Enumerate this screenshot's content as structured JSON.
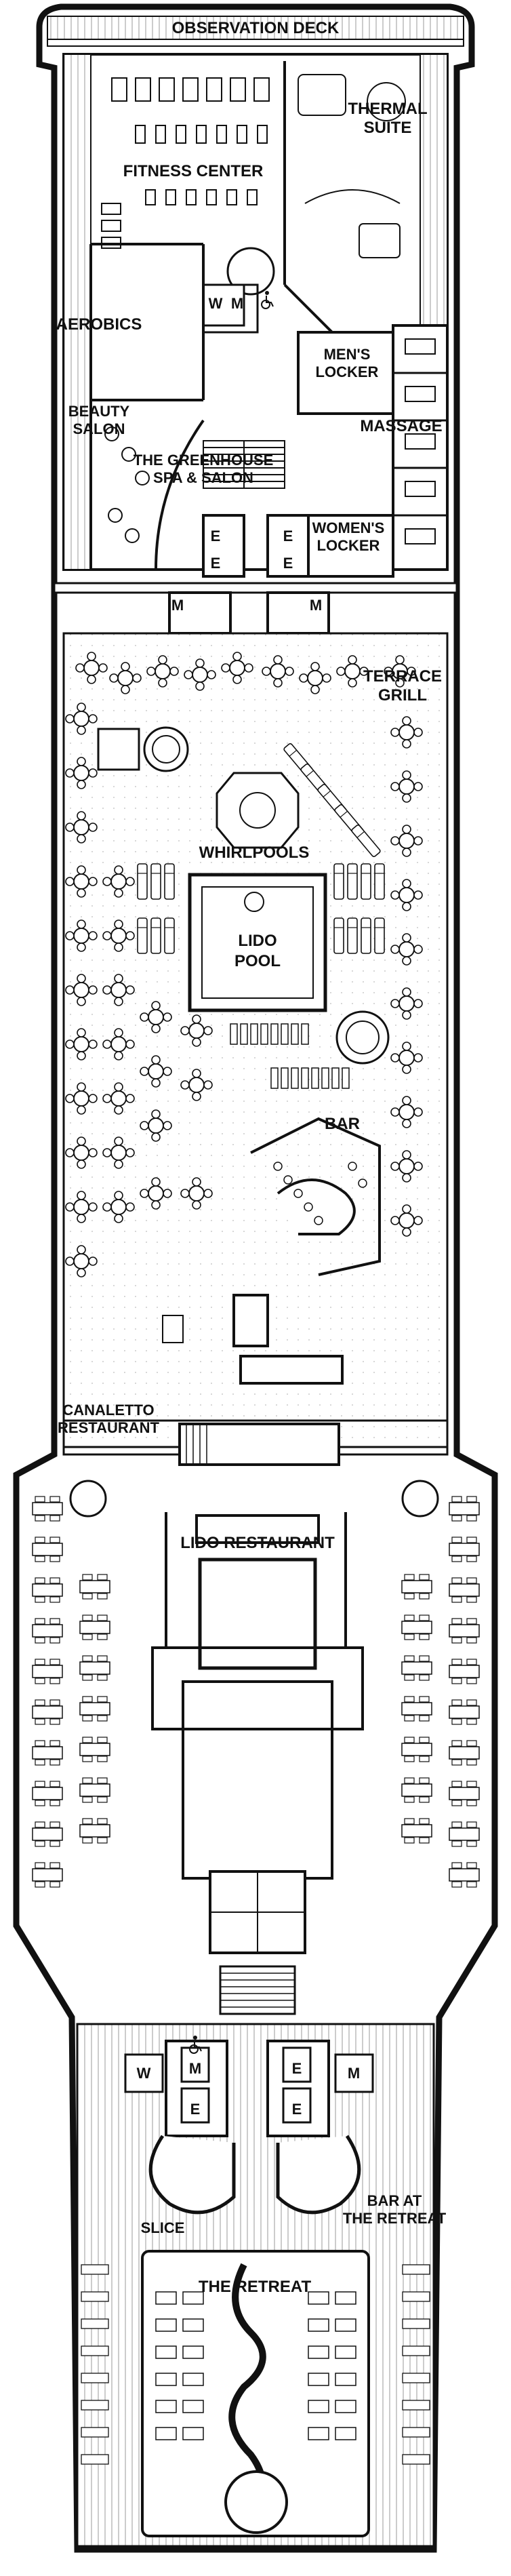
{
  "labels": {
    "observation_deck": "OBSERVATION DECK",
    "thermal_suite": [
      "THERMAL",
      "SUITE"
    ],
    "fitness_center": "FITNESS CENTER",
    "aerobics": "AEROBICS",
    "mens_locker": [
      "MEN'S",
      "LOCKER"
    ],
    "massage": "MASSAGE",
    "beauty_salon": [
      "BEAUTY",
      "SALON"
    ],
    "greenhouse": [
      "THE GREENHOUSE",
      "SPA & SALON"
    ],
    "womens_locker": [
      "WOMEN'S",
      "LOCKER"
    ],
    "terrace_grill": [
      "TERRACE",
      "GRILL"
    ],
    "whirlpools": "WHIRLPOOLS",
    "lido_pool": [
      "LIDO",
      "POOL"
    ],
    "bar": "BAR",
    "canaletto": [
      "CANALETTO",
      "RESTAURANT"
    ],
    "lido_restaurant": "LIDO RESTAURANT",
    "slice": "SLICE",
    "bar_at_retreat": [
      "BAR AT",
      "THE RETREAT"
    ],
    "the_retreat": "THE RETREAT"
  },
  "facility_letters": {
    "w": "W",
    "m": "M",
    "e": "E"
  },
  "icons": {
    "accessible": "wheelchair-icon",
    "stairs": "staircase-icon"
  }
}
